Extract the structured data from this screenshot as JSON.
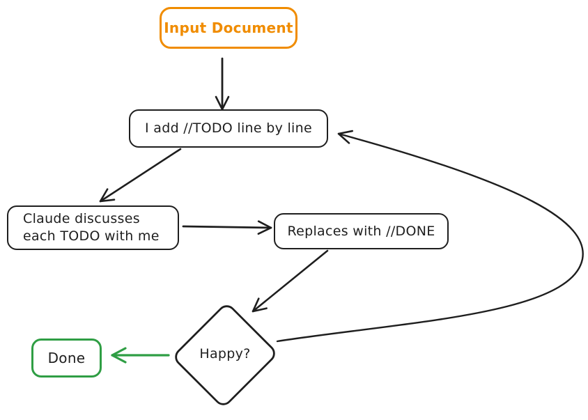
{
  "diagram": {
    "type": "flowchart",
    "background": "#ffffff",
    "colors": {
      "stroke": "#1e1e1e",
      "accent_orange": "#f08c00",
      "accent_green": "#2f9e44"
    },
    "nodes": {
      "input_document": {
        "label": "Input Document",
        "shape": "rounded-rectangle",
        "color": "#f08c00"
      },
      "add_todo": {
        "label": "I add //TODO line by line",
        "shape": "rounded-rectangle",
        "color": "#1e1e1e"
      },
      "claude_discusses": {
        "line1": "Claude discusses",
        "line2": "each TODO with me",
        "shape": "rounded-rectangle",
        "color": "#1e1e1e"
      },
      "replaces_done": {
        "label": "Replaces with //DONE",
        "shape": "rounded-rectangle",
        "color": "#1e1e1e"
      },
      "happy": {
        "label": "Happy?",
        "shape": "diamond",
        "color": "#1e1e1e"
      },
      "done": {
        "label": "Done",
        "shape": "rounded-rectangle",
        "color": "#2f9e44"
      }
    },
    "edges": [
      {
        "from": "input_document",
        "to": "add_todo",
        "color": "#1e1e1e",
        "style": "straight"
      },
      {
        "from": "add_todo",
        "to": "claude_discusses",
        "color": "#1e1e1e",
        "style": "straight"
      },
      {
        "from": "claude_discusses",
        "to": "replaces_done",
        "color": "#1e1e1e",
        "style": "straight"
      },
      {
        "from": "replaces_done",
        "to": "happy",
        "color": "#1e1e1e",
        "style": "straight"
      },
      {
        "from": "happy",
        "to": "done",
        "color": "#2f9e44",
        "style": "straight"
      },
      {
        "from": "happy",
        "to": "add_todo",
        "color": "#1e1e1e",
        "style": "curved-loop"
      }
    ]
  }
}
